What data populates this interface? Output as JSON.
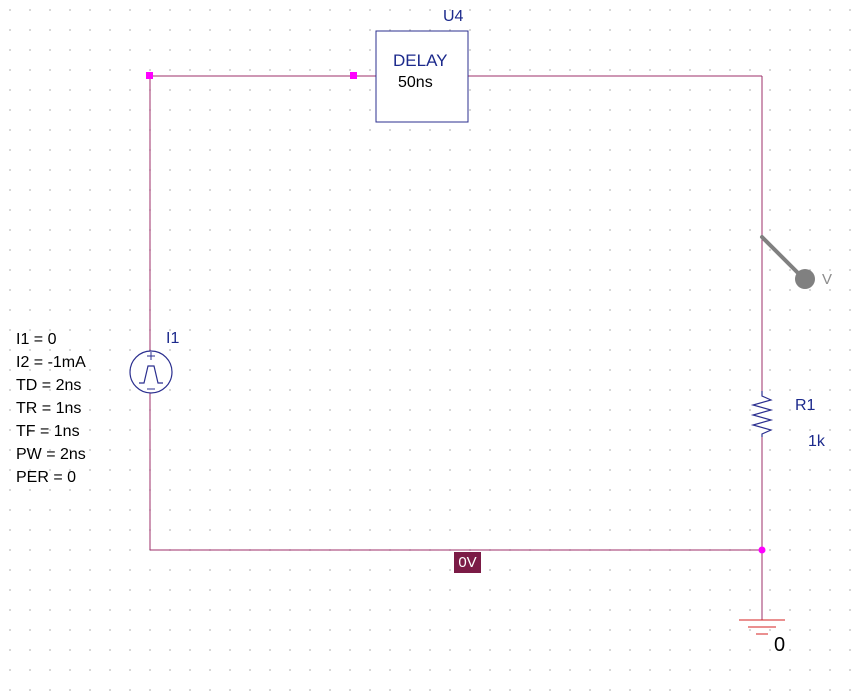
{
  "components": {
    "delay": {
      "refdes": "U4",
      "type_label": "DELAY",
      "value": "50ns"
    },
    "current_source": {
      "refdes": "I1",
      "params": [
        "I1 = 0",
        "I2 = -1mA",
        "TD = 2ns",
        "TR = 1ns",
        "TF = 1ns",
        "PW = 2ns",
        "PER = 0"
      ]
    },
    "resistor": {
      "refdes": "R1",
      "value": "1k"
    },
    "ground": {
      "label": "0"
    },
    "voltage_probe": {
      "label": "V"
    }
  },
  "node_badge": "0V",
  "colors": {
    "wire": "#9c2f6a",
    "junction": "#ff00ff",
    "component": "#2b2f8f",
    "text_blue": "#1c2a8c",
    "badge": "#7b1b46",
    "probe": "#808080"
  }
}
